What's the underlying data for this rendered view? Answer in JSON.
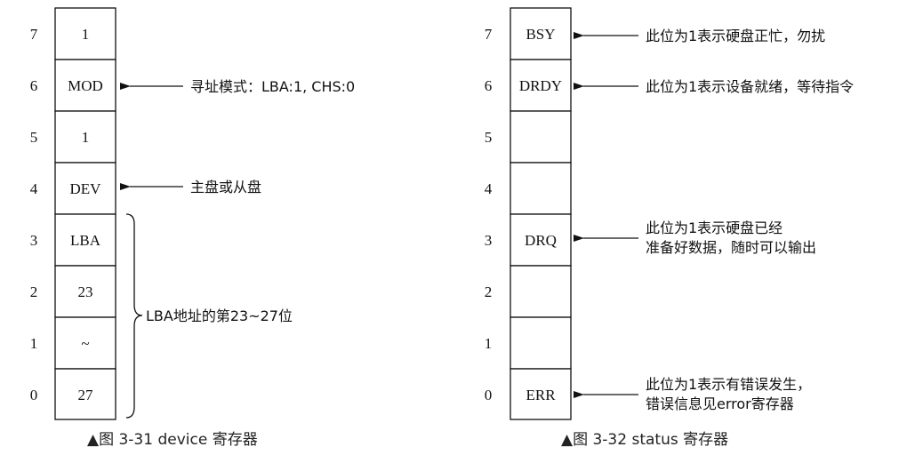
{
  "device_register": {
    "bits": [
      {
        "bit": "7",
        "value": "1"
      },
      {
        "bit": "6",
        "value": "MOD"
      },
      {
        "bit": "5",
        "value": "1"
      },
      {
        "bit": "4",
        "value": "DEV"
      },
      {
        "bit": "3",
        "value": "LBA"
      },
      {
        "bit": "2",
        "value": "23"
      },
      {
        "bit": "1",
        "value": "~"
      },
      {
        "bit": "0",
        "value": "27"
      }
    ],
    "notes": {
      "mod": "寻址模式：LBA:1, CHS:0",
      "dev": "主盘或从盘",
      "lba_range": "LBA地址的第23~27位"
    },
    "caption": "▲图 3-31   device 寄存器"
  },
  "status_register": {
    "bits": [
      {
        "bit": "7",
        "value": "BSY"
      },
      {
        "bit": "6",
        "value": "DRDY"
      },
      {
        "bit": "5",
        "value": ""
      },
      {
        "bit": "4",
        "value": ""
      },
      {
        "bit": "3",
        "value": "DRQ"
      },
      {
        "bit": "2",
        "value": ""
      },
      {
        "bit": "1",
        "value": ""
      },
      {
        "bit": "0",
        "value": "ERR"
      }
    ],
    "notes": {
      "bsy": "此位为1表示硬盘正忙，勿扰",
      "drdy": "此位为1表示设备就绪，等待指令",
      "drq_line1": "此位为1表示硬盘已经",
      "drq_line2": "准备好数据，随时可以输出",
      "err_line1": "此位为1表示有错误发生，",
      "err_line2": "错误信息见error寄存器"
    },
    "caption": "▲图 3-32   status 寄存器"
  }
}
